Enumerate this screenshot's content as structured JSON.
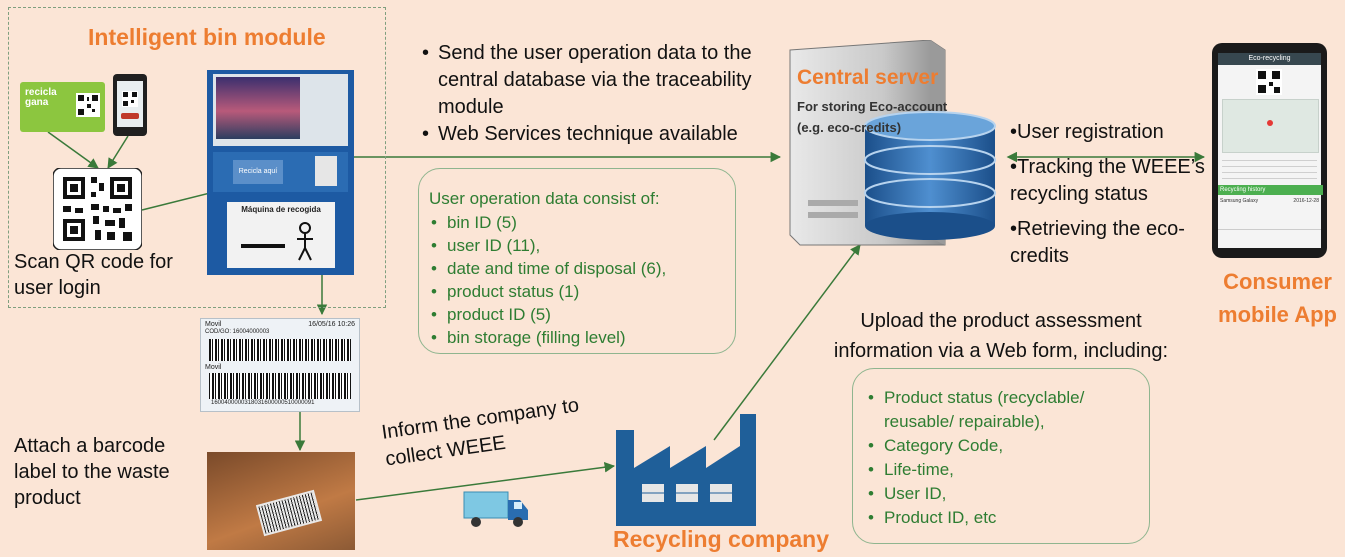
{
  "module_title": "Intelligent bin module",
  "qr_caption": "Scan QR code for user login",
  "barcode_caption": "Attach a barcode label to the waste product",
  "send_bullets": [
    "Send the user operation data to the central database via the traceability module",
    "Web Services technique available"
  ],
  "operation_data": {
    "heading": "User operation data consist of:",
    "items": [
      "bin ID (5)",
      "user ID (11),",
      "date and time of disposal (6),",
      "product status (1)",
      "product ID (5)",
      "bin storage (filling level)"
    ]
  },
  "central_server": {
    "title": "Central server",
    "subtitle": "For storing Eco-account (e.g. eco-credits)"
  },
  "app_features": [
    "•User registration",
    "•Tracking the WEEE’s recycling status",
    "•Retrieving the eco-credits"
  ],
  "consumer_app": {
    "title": "Consumer mobile App",
    "screen_title": "Eco-recycling",
    "history_label": "Recycling history",
    "row_item": "Samsung Galaxy",
    "row_date": "2016-12-28"
  },
  "upload_text": "Upload the product assessment information via a Web form, including:",
  "assessment_items": [
    "Product status (recyclable/ reusable/ repairable),",
    "Category Code,",
    "Life-time,",
    "User ID,",
    "Product ID, etc"
  ],
  "inform_text": "Inform the company to collect WEEE",
  "recycling_company": "Recycling company",
  "card_text": "recicla gana",
  "bin_labels": {
    "sign": "Máquina de recogida",
    "slot": "Recicla aquí"
  },
  "barcode_label": {
    "top_left": "Movil",
    "top_right": "16/05/16 10:26",
    "code": "COD/GO: 16004000003",
    "mid": "Movil",
    "bottom": "1600400000318031600000510000091"
  },
  "colors": {
    "background": "#fbe5d6",
    "accent": "#ed7d31",
    "green": "#2e7d32",
    "arrow": "#3a7a3a",
    "server_blue": "#2f6aa8",
    "factory_blue": "#1f5f99"
  }
}
